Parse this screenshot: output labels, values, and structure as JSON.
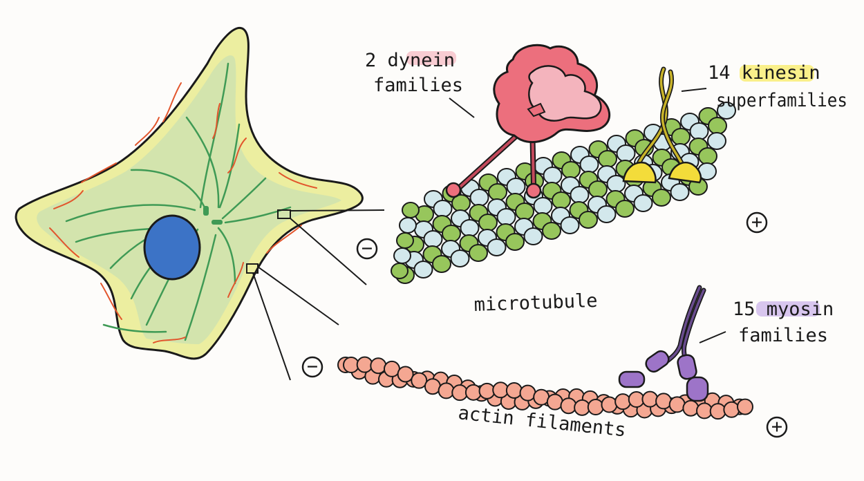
{
  "labels": {
    "dynein": {
      "count": "2",
      "name": "dynein",
      "suffix": "families"
    },
    "kinesin": {
      "count": "14",
      "name": "kinesin",
      "suffix": "superfamilies"
    },
    "myosin": {
      "count": "15",
      "name": "myosin",
      "suffix": "families"
    },
    "microtubule": "microtubule",
    "actin": "actin filaments",
    "minus": "−",
    "plus": "+"
  },
  "colors": {
    "cell_fill": "#d3e4ad",
    "cell_rim": "#f3eda0",
    "nucleus": "#3c73c6",
    "microtubule_green": "#97c65c",
    "microtubule_blue": "#d3e8ec",
    "actin": "#f4a792",
    "dynein": "#ec6f7d",
    "kinesin_head": "#f3dc3a",
    "myosin": "#9d74c8",
    "highlight_dynein": "#f8ccd2",
    "highlight_kinesin": "#faf08a",
    "highlight_myosin": "#d8c6ee",
    "ink": "#1a1a1a"
  }
}
